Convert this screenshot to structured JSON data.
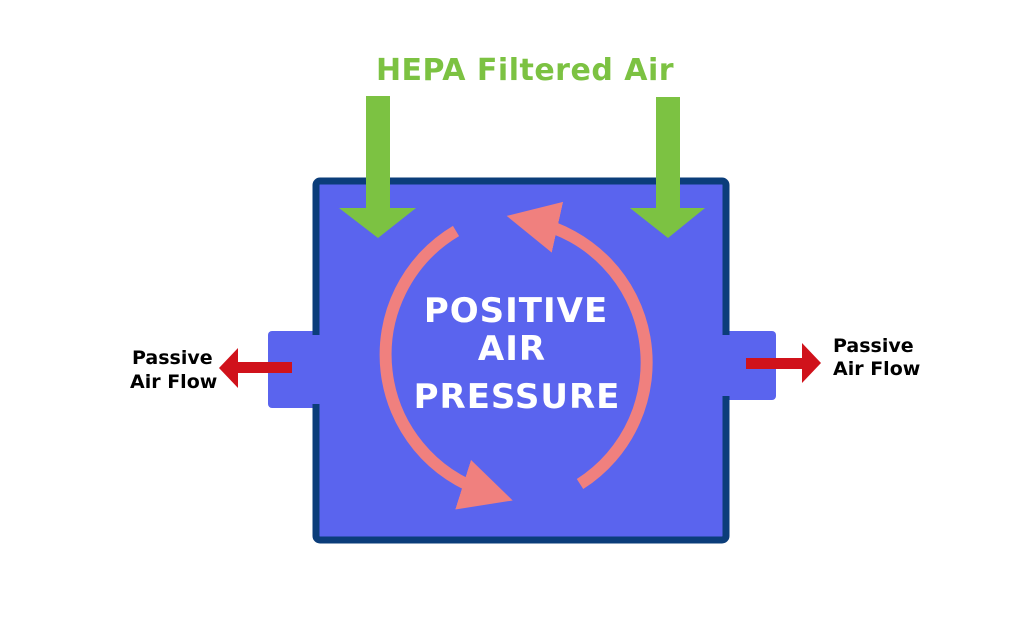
{
  "labels": {
    "top": "HEPA Filtered Air",
    "center": [
      "POSITIVE",
      "AIR",
      "PRESSURE"
    ],
    "left": [
      "Passive",
      "Air Flow"
    ],
    "right": [
      "Passive",
      "Air Flow"
    ]
  },
  "colors": {
    "background": "#ffffff",
    "room_fill": "#5a64ee",
    "room_border": "#0b3d7a",
    "inflow_arrow": "#7cc242",
    "circulation_arrow": "#f0807e",
    "outflow_arrow": "#d0121b",
    "top_label": "#7cc242",
    "center_label": "#ffffff",
    "side_label": "#000000"
  },
  "icons": {
    "inflow": "arrow-down-icon",
    "circulation": "circular-arrows-icon",
    "outflow_left": "arrow-left-icon",
    "outflow_right": "arrow-right-icon"
  }
}
